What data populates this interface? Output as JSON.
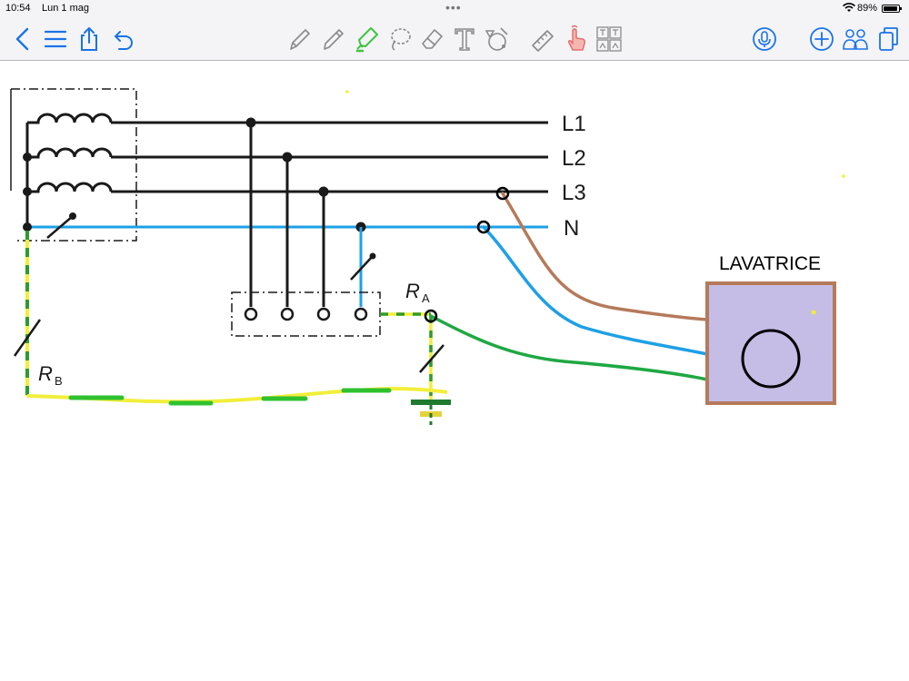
{
  "status_bar": {
    "time": "10:54",
    "date": "Lun 1 mag",
    "battery": "89%",
    "battery_level": 0.89
  },
  "toolbar": {
    "left": [
      "back-icon",
      "list-icon",
      "share-icon",
      "undo-icon"
    ],
    "tools": [
      "pen-icon",
      "pencil-icon",
      "highlighter-icon",
      "lasso-icon",
      "eraser-icon",
      "text-icon",
      "shapes-icon",
      "ruler-icon",
      "hand-icon",
      "image-icon"
    ],
    "right": [
      "microphone-icon",
      "add-icon",
      "collaborate-icon",
      "pages-icon"
    ],
    "colors": {
      "accent": "#1a73e8",
      "highlighter": "#3ec53e",
      "hand": "#f08080"
    }
  },
  "diagram": {
    "phase_labels": [
      "L1",
      "L2",
      "L3",
      "N"
    ],
    "resistor_a": {
      "letter": "R",
      "subscript": "A"
    },
    "resistor_b": {
      "letter": "R",
      "subscript": "B"
    },
    "appliance_label": "LAVATRICE",
    "colors": {
      "line": "#1a1a1a",
      "neutral": "#1ea0e6",
      "brown": "#b57a5b",
      "earth_yellow": "#f2ee3a",
      "earth_green": "#2fc12f",
      "pe_green": "#1fa843",
      "appliance_fill": "#c5bde5",
      "appliance_border": "#b57a5b"
    }
  }
}
